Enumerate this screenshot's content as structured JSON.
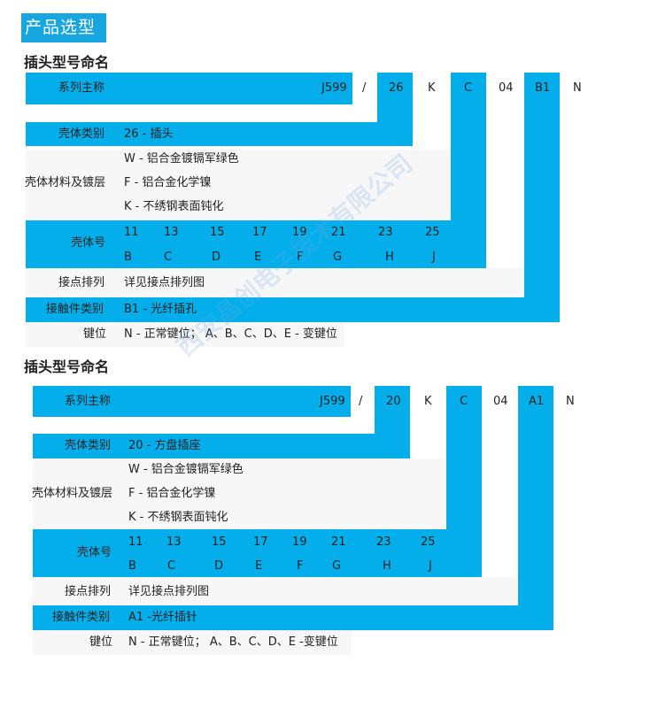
{
  "header": {
    "tab_title": "产品选型"
  },
  "watermark": "西安晶创电子技术有限公司",
  "sections": [
    {
      "title": "插头型号命名",
      "code": {
        "series": "J599",
        "slash": "/",
        "shell": "26",
        "k": "K",
        "c": "C",
        "n04": "04",
        "contact": "B1",
        "key": "N"
      },
      "rows": {
        "series_label": "系列主称",
        "shell_type_label": "壳体类别",
        "shell_type_value": "26 - 插头",
        "material_label": "壳体材料及镀层",
        "material_values": [
          "W - 铝合金镀镉军绿色",
          "F - 铝合金化学镍",
          "K - 不绣钢表面钝化"
        ],
        "shell_size_label": "壳体号",
        "shell_sizes": [
          "11",
          "13",
          "15",
          "17",
          "19",
          "21",
          "23",
          "25"
        ],
        "shell_letters": [
          "B",
          "C",
          "D",
          "E",
          "F",
          "G",
          "H",
          "J"
        ],
        "arrangement_label": "接点排列",
        "arrangement_value": "详见接点排列图",
        "contact_label": "接触件类别",
        "contact_value": "B1 - 光纤插孔",
        "key_label": "键位",
        "key_value": "N - 正常键位； A、B、C、D、E - 变键位"
      }
    },
    {
      "title": "插头型号命名",
      "code": {
        "series": "J599",
        "slash": "/",
        "shell": "20",
        "k": "K",
        "c": "C",
        "n04": "04",
        "contact": "A1",
        "key": "N"
      },
      "rows": {
        "series_label": "系列主称",
        "shell_type_label": "壳体类别",
        "shell_type_value": "20 - 方盘插座",
        "material_label": "壳体材料及镀层",
        "material_values": [
          "W - 铝合金镀镉军绿色",
          "F - 铝合金化学镍",
          "K - 不绣钢表面钝化"
        ],
        "shell_size_label": "壳体号",
        "shell_sizes": [
          "11",
          "13",
          "15",
          "17",
          "19",
          "21",
          "23",
          "25"
        ],
        "shell_letters": [
          "B",
          "C",
          "D",
          "E",
          "F",
          "G",
          "H",
          "J"
        ],
        "arrangement_label": "接点排列",
        "arrangement_value": "详见接点排列图",
        "contact_label": "接触件类别",
        "contact_value": "A1 -光纤插针",
        "key_label": "键位",
        "key_value": "N - 正常键位； A、B、C、D、E -变键位"
      }
    }
  ]
}
